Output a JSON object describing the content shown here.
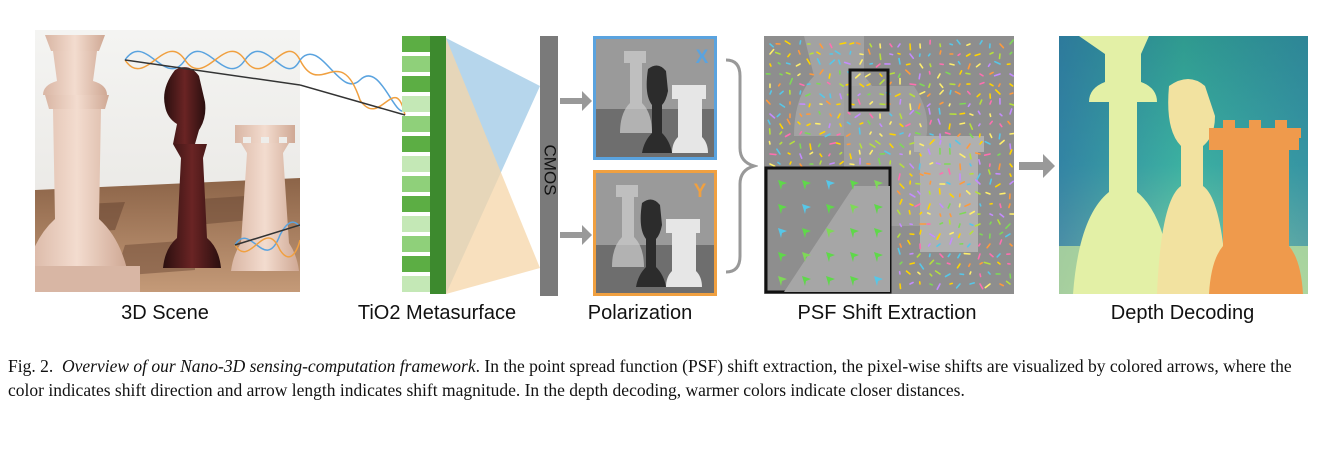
{
  "panels": {
    "scene": {
      "label": "3D Scene"
    },
    "metasurface": {
      "label": "TiO2 Metasurface"
    },
    "cmos": {
      "label": "CMOS"
    },
    "polarization": {
      "label": "Polarization",
      "x_tag": "X",
      "y_tag": "Y"
    },
    "psf": {
      "label": "PSF Shift Extraction"
    },
    "depth": {
      "label": "Depth Decoding"
    }
  },
  "colors": {
    "x_channel": "#5aa3df",
    "y_channel": "#f0a040",
    "arrow_gray": "#999999",
    "metasurface_green": "#3d8a2e",
    "cmos_gray": "#7a7a7a"
  },
  "caption": {
    "fig_label": "Fig. 2.",
    "title": "Overview of our Nano-3D sensing-computation framework",
    "body": ". In the point spread function (PSF) shift extraction, the pixel-wise shifts are visualized by colored arrows, where the color indicates shift direction and arrow length indicates shift magnitude. In the depth decoding, warmer colors indicate closer distances."
  }
}
